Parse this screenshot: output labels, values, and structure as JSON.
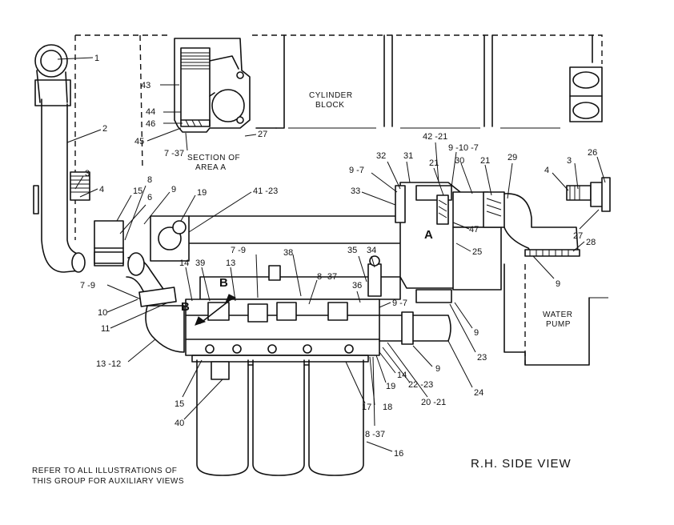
{
  "labels": {
    "cylinder_block_1": "CYLINDER",
    "cylinder_block_2": "BLOCK",
    "section_1": "SECTION OF",
    "section_2": "AREA A",
    "water_pump_1": "WATER",
    "water_pump_2": "PUMP",
    "view_title": "R.H. SIDE VIEW",
    "note_1": "REFER TO ALL ILLUSTRATIONS OF",
    "note_2": "THIS GROUP FOR AUXILIARY VIEWS",
    "area_a": "A",
    "section_b_upper": "B",
    "section_b_lower": "B"
  },
  "callouts": [
    "1",
    "2",
    "3",
    "4",
    "15",
    "6",
    "8",
    "9",
    "19",
    "41 -23",
    "43",
    "44",
    "46",
    "45",
    "7 -37",
    "27",
    "7 -9",
    "10",
    "11",
    "13 -12",
    "14",
    "39",
    "13",
    "7 -9",
    "38",
    "8 -37",
    "35",
    "34",
    "36",
    "9 -7",
    "15",
    "40",
    "17",
    "18",
    "8 -37",
    "16",
    "19",
    "14",
    "22 -23",
    "20 -21",
    "9",
    "24",
    "23",
    "9",
    "32",
    "9 -7",
    "33",
    "31",
    "42 -21",
    "21",
    "9 -10 -7",
    "30",
    "21",
    "29",
    "47",
    "25",
    "3",
    "4",
    "26",
    "27",
    "28",
    "9"
  ]
}
